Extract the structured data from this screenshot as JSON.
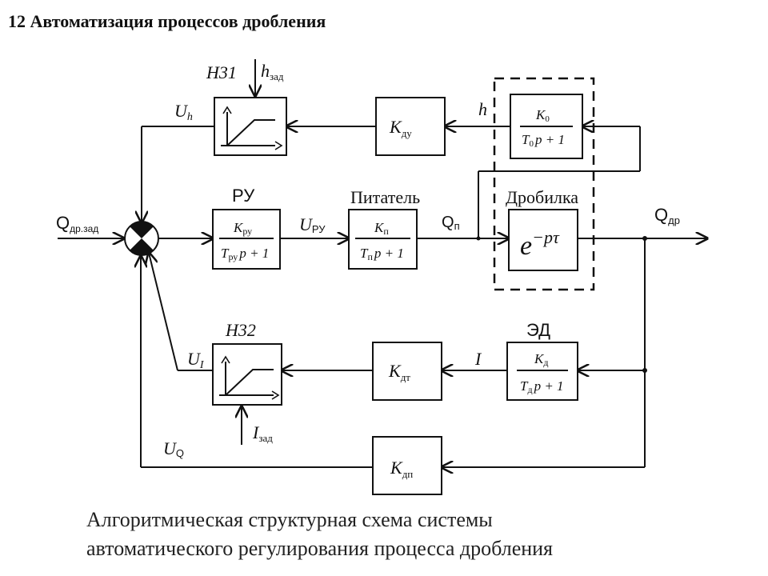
{
  "title": "12 Автоматизация процессов дробления",
  "labels": {
    "q_dr_zad": "Q",
    "q_dr_zad_sub": "др.зад",
    "h31": "Н31",
    "h_zad": "h",
    "h_zad_sub": "зад",
    "u_h": "U",
    "u_h_sub": "h",
    "k_du": "K",
    "k_du_sub": "ду",
    "h_out": "h",
    "k0_num": "K",
    "k0_num_sub": "0",
    "k0_den": "T",
    "k0_den_sub": "0",
    "k0_den_rest": "p + 1",
    "ru_title": "РУ",
    "kru_num": "K",
    "kru_num_sub": "ру",
    "kru_den": "T",
    "kru_den_sub": "ру",
    "kru_den_rest": "p + 1",
    "u_ru": "U",
    "u_ru_sub": "РУ",
    "pitatel": "Питатель",
    "kp_num": "K",
    "kp_num_sub": "п",
    "kp_den": "T",
    "kp_den_sub": "п",
    "kp_den_rest": "p + 1",
    "q_p": "Q",
    "q_p_sub": "п",
    "drobilka": "Дробилка",
    "exp_base": "e",
    "exp_power": "−pτ",
    "q_dr": "Q",
    "q_dr_sub": "др",
    "h32": "Н32",
    "ed": "ЭД",
    "u_i": "U",
    "u_i_sub": "I",
    "k_dt": "K",
    "k_dt_sub": "дт",
    "i_out": "I",
    "kd_num": "K",
    "kd_num_sub": "д",
    "kd_den": "T",
    "kd_den_sub": "д",
    "kd_den_rest": "p + 1",
    "i_zad": "I",
    "i_zad_sub": "зад",
    "u_q": "U",
    "u_q_sub": "Q",
    "k_dp": "K",
    "k_dp_sub": "дп"
  },
  "caption": {
    "line1": "Алгоритмическая структурная схема системы",
    "line2": "автоматического регулирования процесса дробления"
  }
}
